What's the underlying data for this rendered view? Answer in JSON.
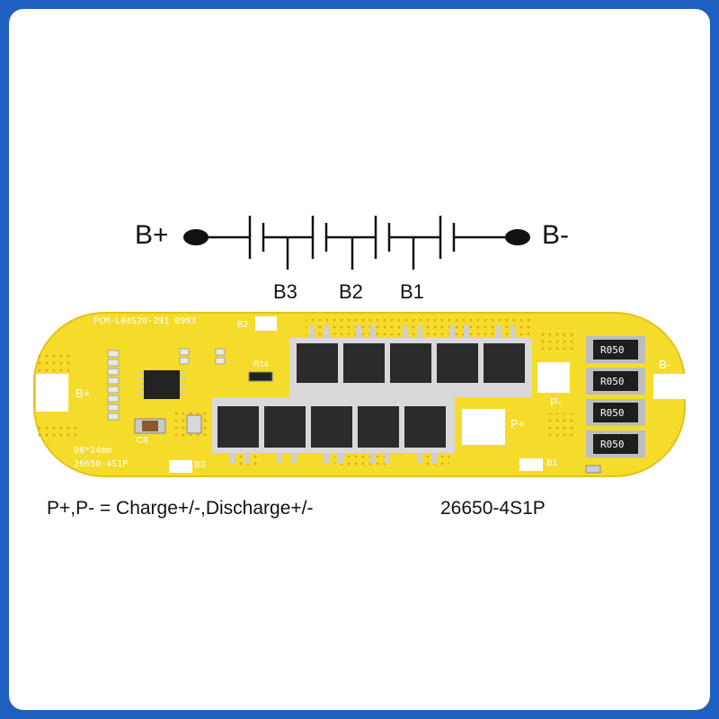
{
  "diagram": {
    "b_plus": "B+",
    "b_minus": "B-",
    "taps": [
      "B3",
      "B2",
      "B1"
    ]
  },
  "board": {
    "model_silkscreen": "PCM-L04S20-291 0903",
    "size_silkscreen": "98*24mm",
    "name_silkscreen": "26650-4S1P",
    "pad_b_plus": "B+",
    "pad_p_minus": "P-",
    "pad_p_plus": "P+",
    "pad_b_minus": "B-",
    "pad_b1": "B1",
    "pad_b2": "B2",
    "pad_b3": "B3",
    "resistor_marking": "R050",
    "r14_label": "R14",
    "c8_label": "C8",
    "colors": {
      "pcb": "#f5dc2a",
      "mosfet": "#2b2b2b",
      "solder": "#d9d9d9",
      "frame": "#1f5fbf"
    }
  },
  "caption": {
    "left": "P+,P- = Charge+/-,Discharge+/-",
    "right": "26650-4S1P"
  }
}
